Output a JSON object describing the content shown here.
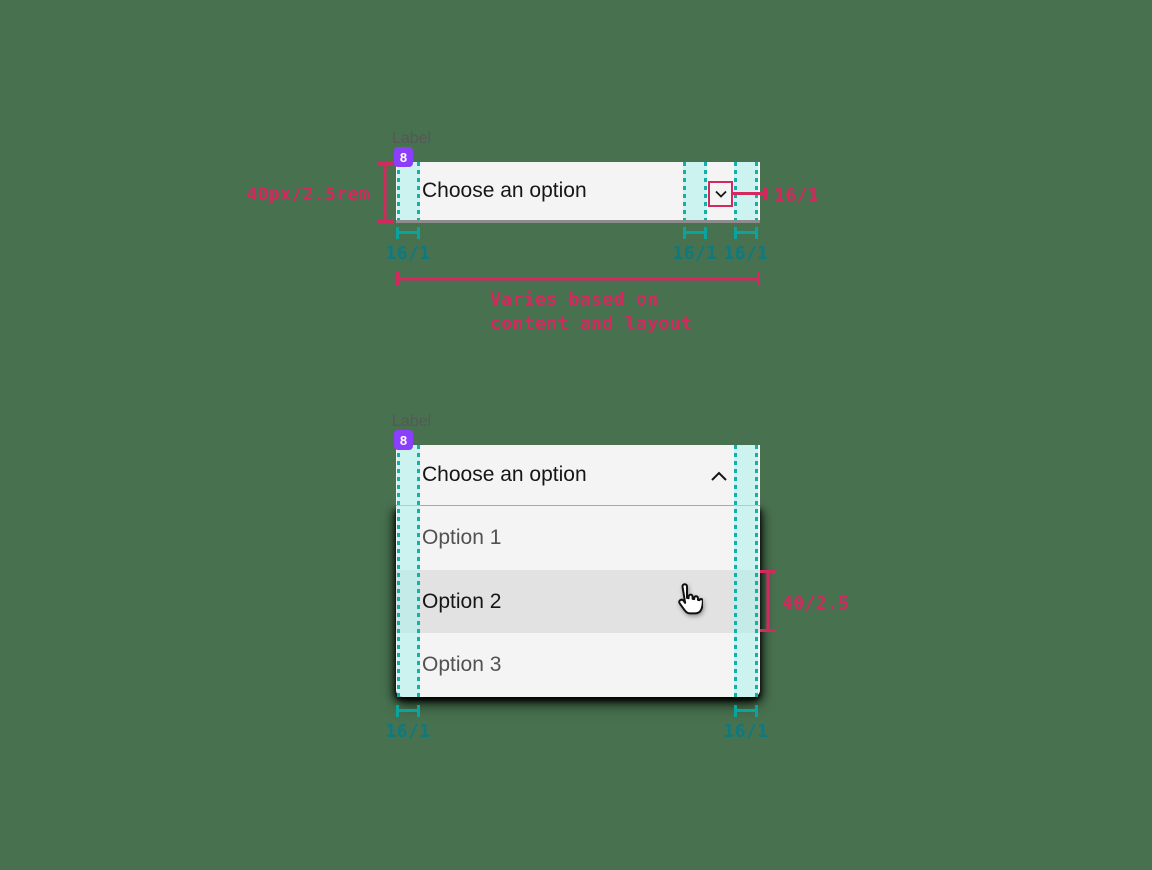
{
  "colors": {
    "background": "#48714f",
    "annotation_pink": "#d4295f",
    "annotation_teal": "#0aa49e",
    "annotation_teal_text": "#0c7a80",
    "spacing_token_purple": "#8a3ffc",
    "field_background": "#f4f4f4",
    "field_border_bottom": "#8d8d8d",
    "option_hover_background": "#e2e2e2",
    "text_primary": "#161616",
    "text_secondary": "#525252"
  },
  "icons": {
    "closed_field": "chevron-down-icon",
    "open_field": "chevron-up-icon",
    "pointer": "hand-cursor-icon"
  },
  "closed_dropdown": {
    "label": "Label",
    "spacing_token": "8",
    "field_text": "Choose an option",
    "annotations": {
      "height": "40px/2.5rem",
      "icon_size": "16/1",
      "left_padding": "16/1",
      "icon_left_spacing": "16/1",
      "right_padding": "16/1",
      "width_note_line1": "Varies based on",
      "width_note_line2": "content and layout"
    }
  },
  "open_dropdown": {
    "label": "Label",
    "spacing_token": "8",
    "field_text": "Choose an option",
    "options": [
      "Option 1",
      "Option 2",
      "Option 3"
    ],
    "hovered_option": "Option 2",
    "annotations": {
      "option_height": "40/2.5",
      "left_padding": "16/1",
      "right_padding": "16/1"
    }
  }
}
